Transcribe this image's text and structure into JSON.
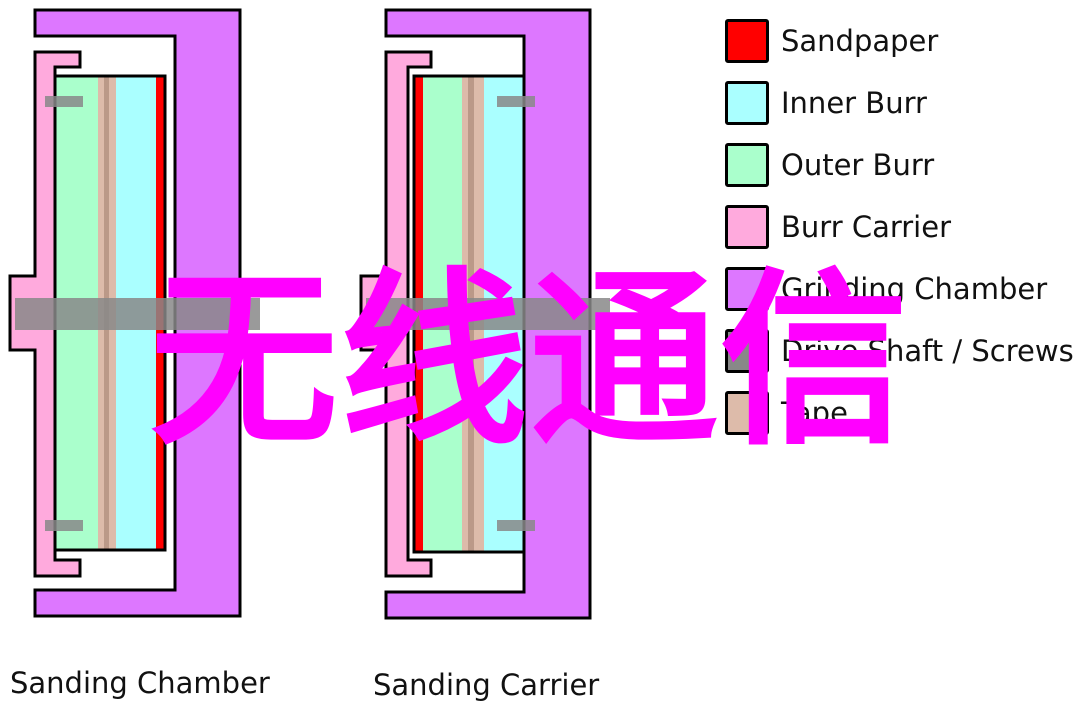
{
  "legend": [
    {
      "label": "Sandpaper",
      "color": "#ff0000"
    },
    {
      "label": "Inner Burr",
      "color": "#aaffff"
    },
    {
      "label": "Outer Burr",
      "color": "#aaffcc"
    },
    {
      "label": "Burr Carrier",
      "color": "#ffaadd"
    },
    {
      "label": "Grinding Chamber",
      "color": "#dd77ff"
    },
    {
      "label": "Drive Shaft / Screws",
      "color": "#888888"
    },
    {
      "label": "Tape",
      "color": "#ddbbaa"
    }
  ],
  "captions": {
    "left": "Sanding Chamber",
    "right": "Sanding Carrier"
  },
  "watermark": "无线通信"
}
